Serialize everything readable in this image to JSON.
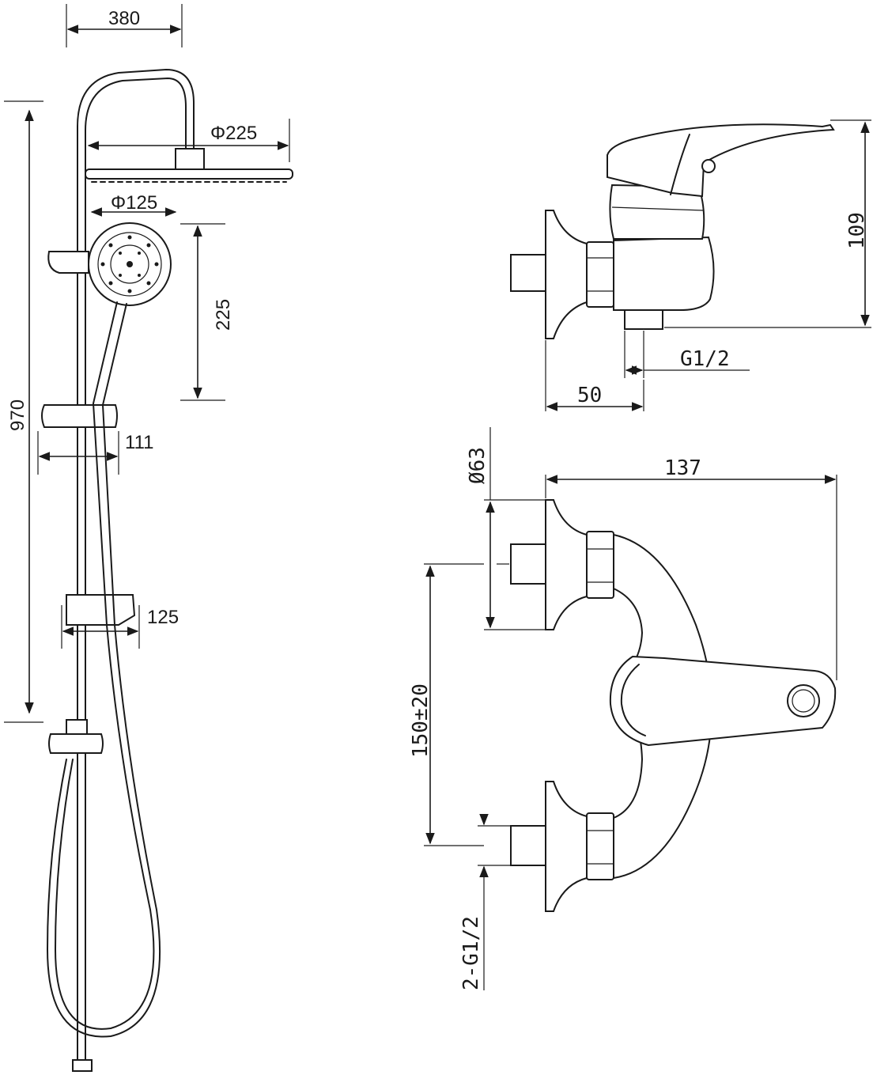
{
  "shower_set": {
    "dims": {
      "rail_width": "380",
      "head_diameter": "Φ225",
      "hand_diameter": "Φ125",
      "hand_height": "225",
      "total_height": "970",
      "bracket_depth": "111",
      "shelf_depth": "125"
    }
  },
  "mixer": {
    "side_view": {
      "height": "109",
      "thread": "G1/2",
      "depth": "50"
    },
    "top_view": {
      "flange_diameter": "Ø63",
      "width": "137",
      "centers": "150±20",
      "inlets": "2-G1/2"
    }
  },
  "colors": {
    "line": "#1a1a1a",
    "background": "#ffffff"
  }
}
